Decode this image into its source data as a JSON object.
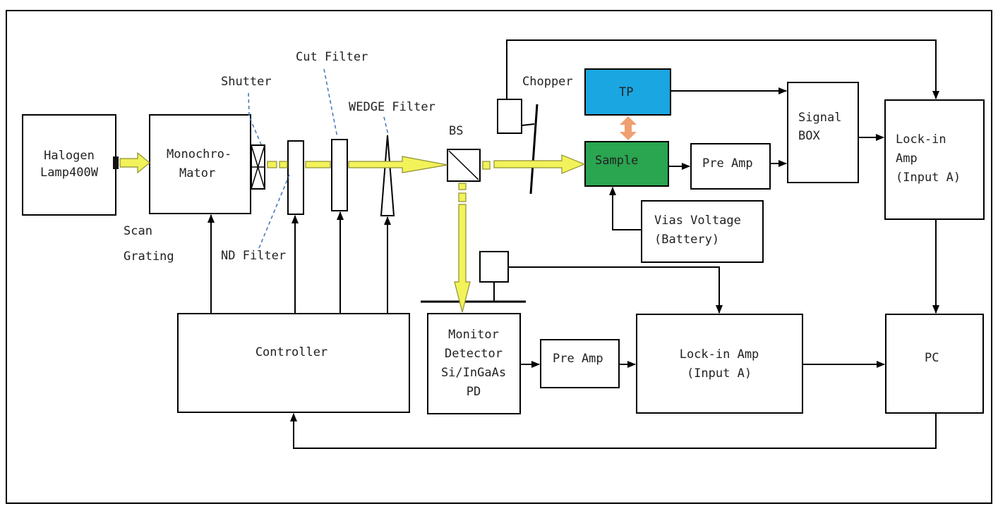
{
  "colors": {
    "beam": "#f2f25a",
    "tp_fill": "#1aa6e0",
    "sample_fill": "#2aa550",
    "coupling_arrow": "#f0a070",
    "leader_line": "#4a7ab8"
  },
  "labels": {
    "halogen_1": "Halogen",
    "halogen_2": "Lamp400W",
    "mono_1": "Monochro-",
    "mono_2": "Mator",
    "scan_1": "Scan",
    "scan_2": "Grating",
    "shutter": "Shutter",
    "cut_filter": "Cut Filter",
    "wedge_filter": "WEDGE Filter",
    "nd_filter": "ND Filter",
    "bs": "BS",
    "chopper": "Chopper",
    "tp": "TP",
    "sample": "Sample",
    "preamp_top": "Pre Amp",
    "signal_box_1": "Signal",
    "signal_box_2": "BOX",
    "lockin_top_1": "Lock-in",
    "lockin_top_2": "Amp",
    "lockin_top_3": "(Input A)",
    "bias_1": "Vias Voltage",
    "bias_2": "(Battery)",
    "controller": "Controller",
    "monitor_1": "Monitor",
    "monitor_2": "Detector",
    "monitor_3": "Si/InGaAs",
    "monitor_4": "PD",
    "preamp_bottom": "Pre Amp",
    "lockin_bottom_1": "Lock-in Amp",
    "lockin_bottom_2": "(Input A)",
    "pc": "PC"
  }
}
